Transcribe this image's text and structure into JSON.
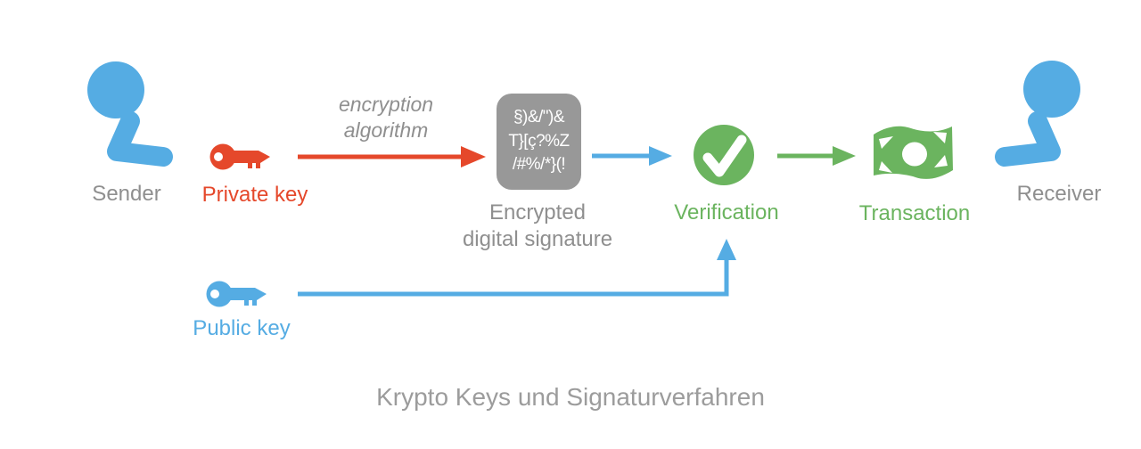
{
  "caption": "Krypto Keys und Signaturverfahren",
  "sender": {
    "label": "Sender"
  },
  "private_key": {
    "label": "Private key"
  },
  "encryption": {
    "line1": "encryption",
    "line2": "algorithm"
  },
  "signature_box": {
    "line1": "§)&/\")&",
    "line2": "T}[ç?%Z",
    "line3": "/#%/*}(!"
  },
  "signature_caption": {
    "line1": "Encrypted",
    "line2": "digital signature"
  },
  "verification": {
    "label": "Verification"
  },
  "transaction": {
    "label": "Transaction"
  },
  "receiver": {
    "label": "Receiver"
  },
  "public_key": {
    "label": "Public key"
  },
  "icons": {
    "sender": "person-icon",
    "receiver": "person-icon",
    "private_key": "key-icon",
    "public_key": "key-icon",
    "verification": "check-circle-icon",
    "transaction": "banknote-icon",
    "signature": "cipher-text-box"
  },
  "colors": {
    "blue": "#55ACE3",
    "red": "#E5482B",
    "green": "#6BB45F",
    "gray_text": "#8F8F8F",
    "box_gray": "#989898",
    "caption_gray": "#9C9C9C",
    "background": "#FFFFFF"
  }
}
